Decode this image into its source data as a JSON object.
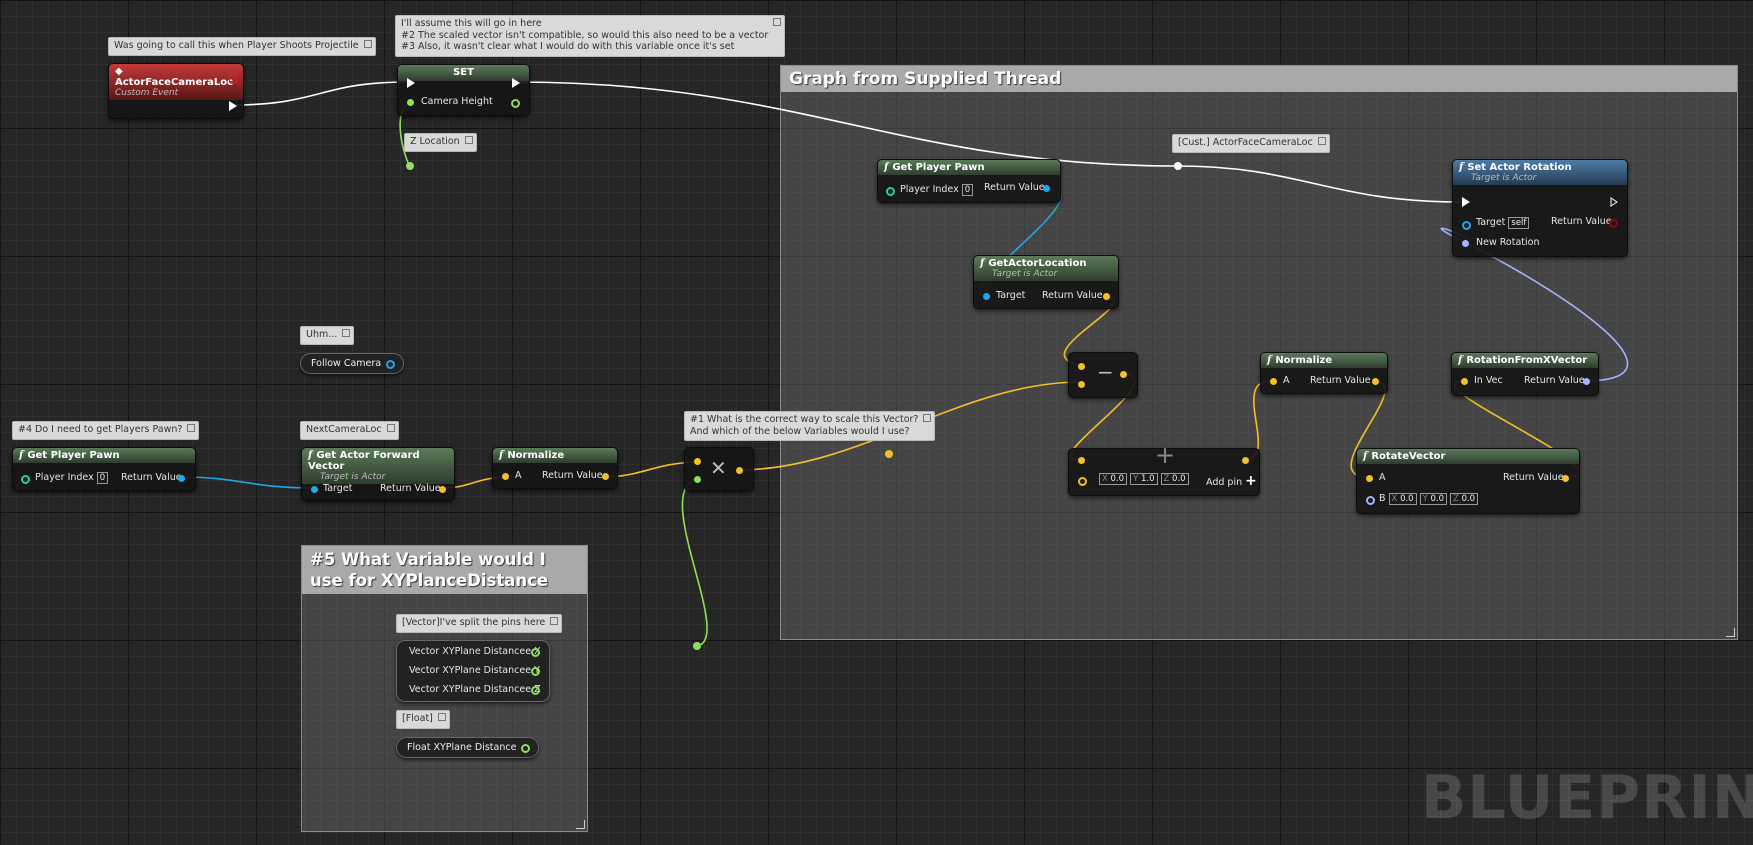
{
  "colors": {
    "exec": "#ffffff",
    "object": "#1fa8e8",
    "vector": "#f2c028",
    "float": "#8ee05a",
    "rotator": "#a3b3ff",
    "red": "#d22"
  },
  "comments": {
    "graph_box_title": "Graph from Supplied Thread",
    "var_box_title": "#5 What Variable would I use for XYPlanceDistance"
  },
  "bubbles": {
    "player_shoots": "Was going to call this when Player Shoots Projectile",
    "assume": "I'll assume this will go in here\n#2 The scaled vector isn't compatible, so would this also need to be a vector\n#3 Also, it wasn't clear what I would do with this variable once it's set",
    "z_location": "Z Location",
    "uhm": "Uhm...",
    "players_pawn": "#4 Do I need to get Players Pawn?",
    "next_camera_loc": "NextCameraLoc",
    "scale_question": "#1 What is the correct way to scale this Vector?\nAnd which of the below Variables would I use?",
    "split_pins": "[Vector]I've split the pins here",
    "float": "[Float]",
    "cust_event": "[Cust.] ActorFaceCameraLoc"
  },
  "nodes": {
    "custom_event": {
      "title": "ActorFaceCameraLoc",
      "subtitle": "Custom Event"
    },
    "set": {
      "title": "SET",
      "pin": "Camera Height"
    },
    "follow_camera": {
      "label": "Follow Camera"
    },
    "get_player_pawn_left": {
      "title": "Get Player Pawn",
      "in": "Player Index",
      "in_val": "0",
      "out": "Return Value"
    },
    "forward_vector": {
      "title": "Get Actor Forward Vector",
      "subtitle": "Target is Actor",
      "in": "Target",
      "out": "Return Value"
    },
    "normalize_left": {
      "title": "Normalize",
      "in": "A",
      "out": "Return Value"
    },
    "multiply": {
      "symbol": "✕"
    },
    "get_player_pawn_right": {
      "title": "Get Player Pawn",
      "in": "Player Index",
      "in_val": "0",
      "out": "Return Value"
    },
    "get_actor_location": {
      "title": "GetActorLocation",
      "subtitle": "Target is Actor",
      "in": "Target",
      "out": "Return Value"
    },
    "subtract": {
      "symbol": "−"
    },
    "add": {
      "symbol": "+",
      "x_label": "X",
      "x": "0.0",
      "y_label": "Y",
      "y": "1.0",
      "z_label": "Z",
      "z": "0.0",
      "add_pin": "Add pin"
    },
    "normalize_right": {
      "title": "Normalize",
      "in": "A",
      "out": "Return Value"
    },
    "rotate_vector": {
      "title": "RotateVector",
      "in_a": "A",
      "in_b": "B",
      "out": "Return Value",
      "x_label": "X",
      "x": "0.0",
      "y_label": "Y",
      "y": "0.0",
      "z_label": "Z",
      "z": "0.0"
    },
    "rotation_from_x": {
      "title": "RotationFromXVector",
      "in": "In Vec",
      "out": "Return Value"
    },
    "set_actor_rotation": {
      "title": "Set Actor Rotation",
      "subtitle": "Target is Actor",
      "target": "Target",
      "target_val": "self",
      "out": "Return Value",
      "rot": "New Rotation"
    }
  },
  "variables": {
    "xyplane_x": "Vector XYPlane Distancee X",
    "xyplane_y": "Vector XYPlane Distancee Y",
    "xyplane_z": "Vector XYPlane Distancee Z",
    "float_dist": "Float XYPlane Distance"
  },
  "watermark": "BLUEPRIN"
}
